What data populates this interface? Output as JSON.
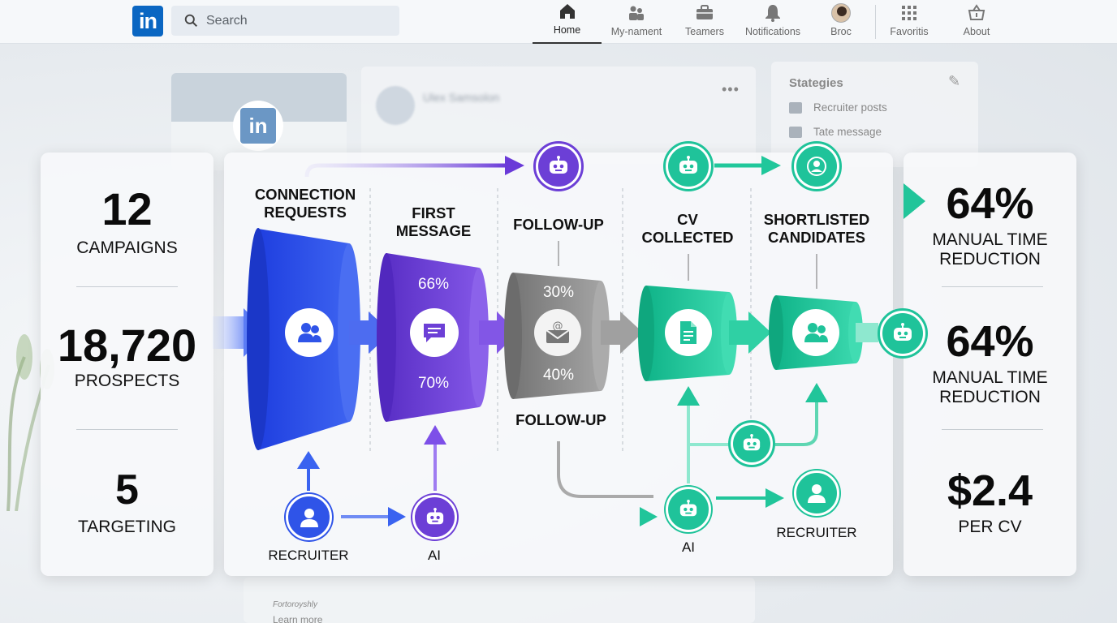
{
  "nav": {
    "brand": "in",
    "search_placeholder": "Search",
    "items": [
      {
        "label": "Home",
        "icon": "home-icon"
      },
      {
        "label": "My-nament",
        "icon": "network-icon"
      },
      {
        "label": "Teamers",
        "icon": "briefcase-icon"
      },
      {
        "label": "Notifications",
        "icon": "bell-icon"
      },
      {
        "label": "Broc",
        "icon": "avatar-icon"
      },
      {
        "label": "Favoritis",
        "icon": "grid-icon"
      },
      {
        "label": "About",
        "icon": "basket-icon"
      }
    ]
  },
  "background": {
    "profile_logo": "in",
    "post_author": "Ulex Samsolon",
    "strategies_title": "Stategies",
    "strategies_items": [
      "Recruiter posts",
      "Tate message"
    ],
    "footer_small": "Fortoroyshly",
    "footer_link": "Learn more"
  },
  "left_stats": [
    {
      "value": "12",
      "label": "CAMPAIGNS"
    },
    {
      "value": "18,720",
      "label": "PROSPECTS"
    },
    {
      "value": "5",
      "label": "TARGETING"
    }
  ],
  "stages": {
    "connection": "CONNECTION\nREQUESTS",
    "first_message": "FIRST\nMESSAGE",
    "follow_up_top": "FOLLOW-UP",
    "follow_up_bottom": "FOLLOW-UP",
    "cv": "CV\nCOLLECTED",
    "shortlisted": "SHORTLISTED\nCANDIDATES"
  },
  "funnel_values": {
    "first_message_top": "66%",
    "first_message_bottom": "70%",
    "follow_up_top": "30%",
    "follow_up_bottom": "40%"
  },
  "bottom_nodes": {
    "recruiter_left": "RECRUITER",
    "ai_left": "AI",
    "ai_right": "AI",
    "recruiter_right": "RECRUITER"
  },
  "right_stats": [
    {
      "value": "64%",
      "label": "MANUAL TIME\nREDUCTION"
    },
    {
      "value": "64%",
      "label": "MANUAL TIME\nREDUCTION"
    },
    {
      "value": "$2.4",
      "label": "PER CV"
    }
  ],
  "colors": {
    "blue": "#2f54e8",
    "purple": "#6c3fd6",
    "gray": "#8a8a8a",
    "teal": "#1fc39a",
    "linkedin": "#0a66c2"
  }
}
